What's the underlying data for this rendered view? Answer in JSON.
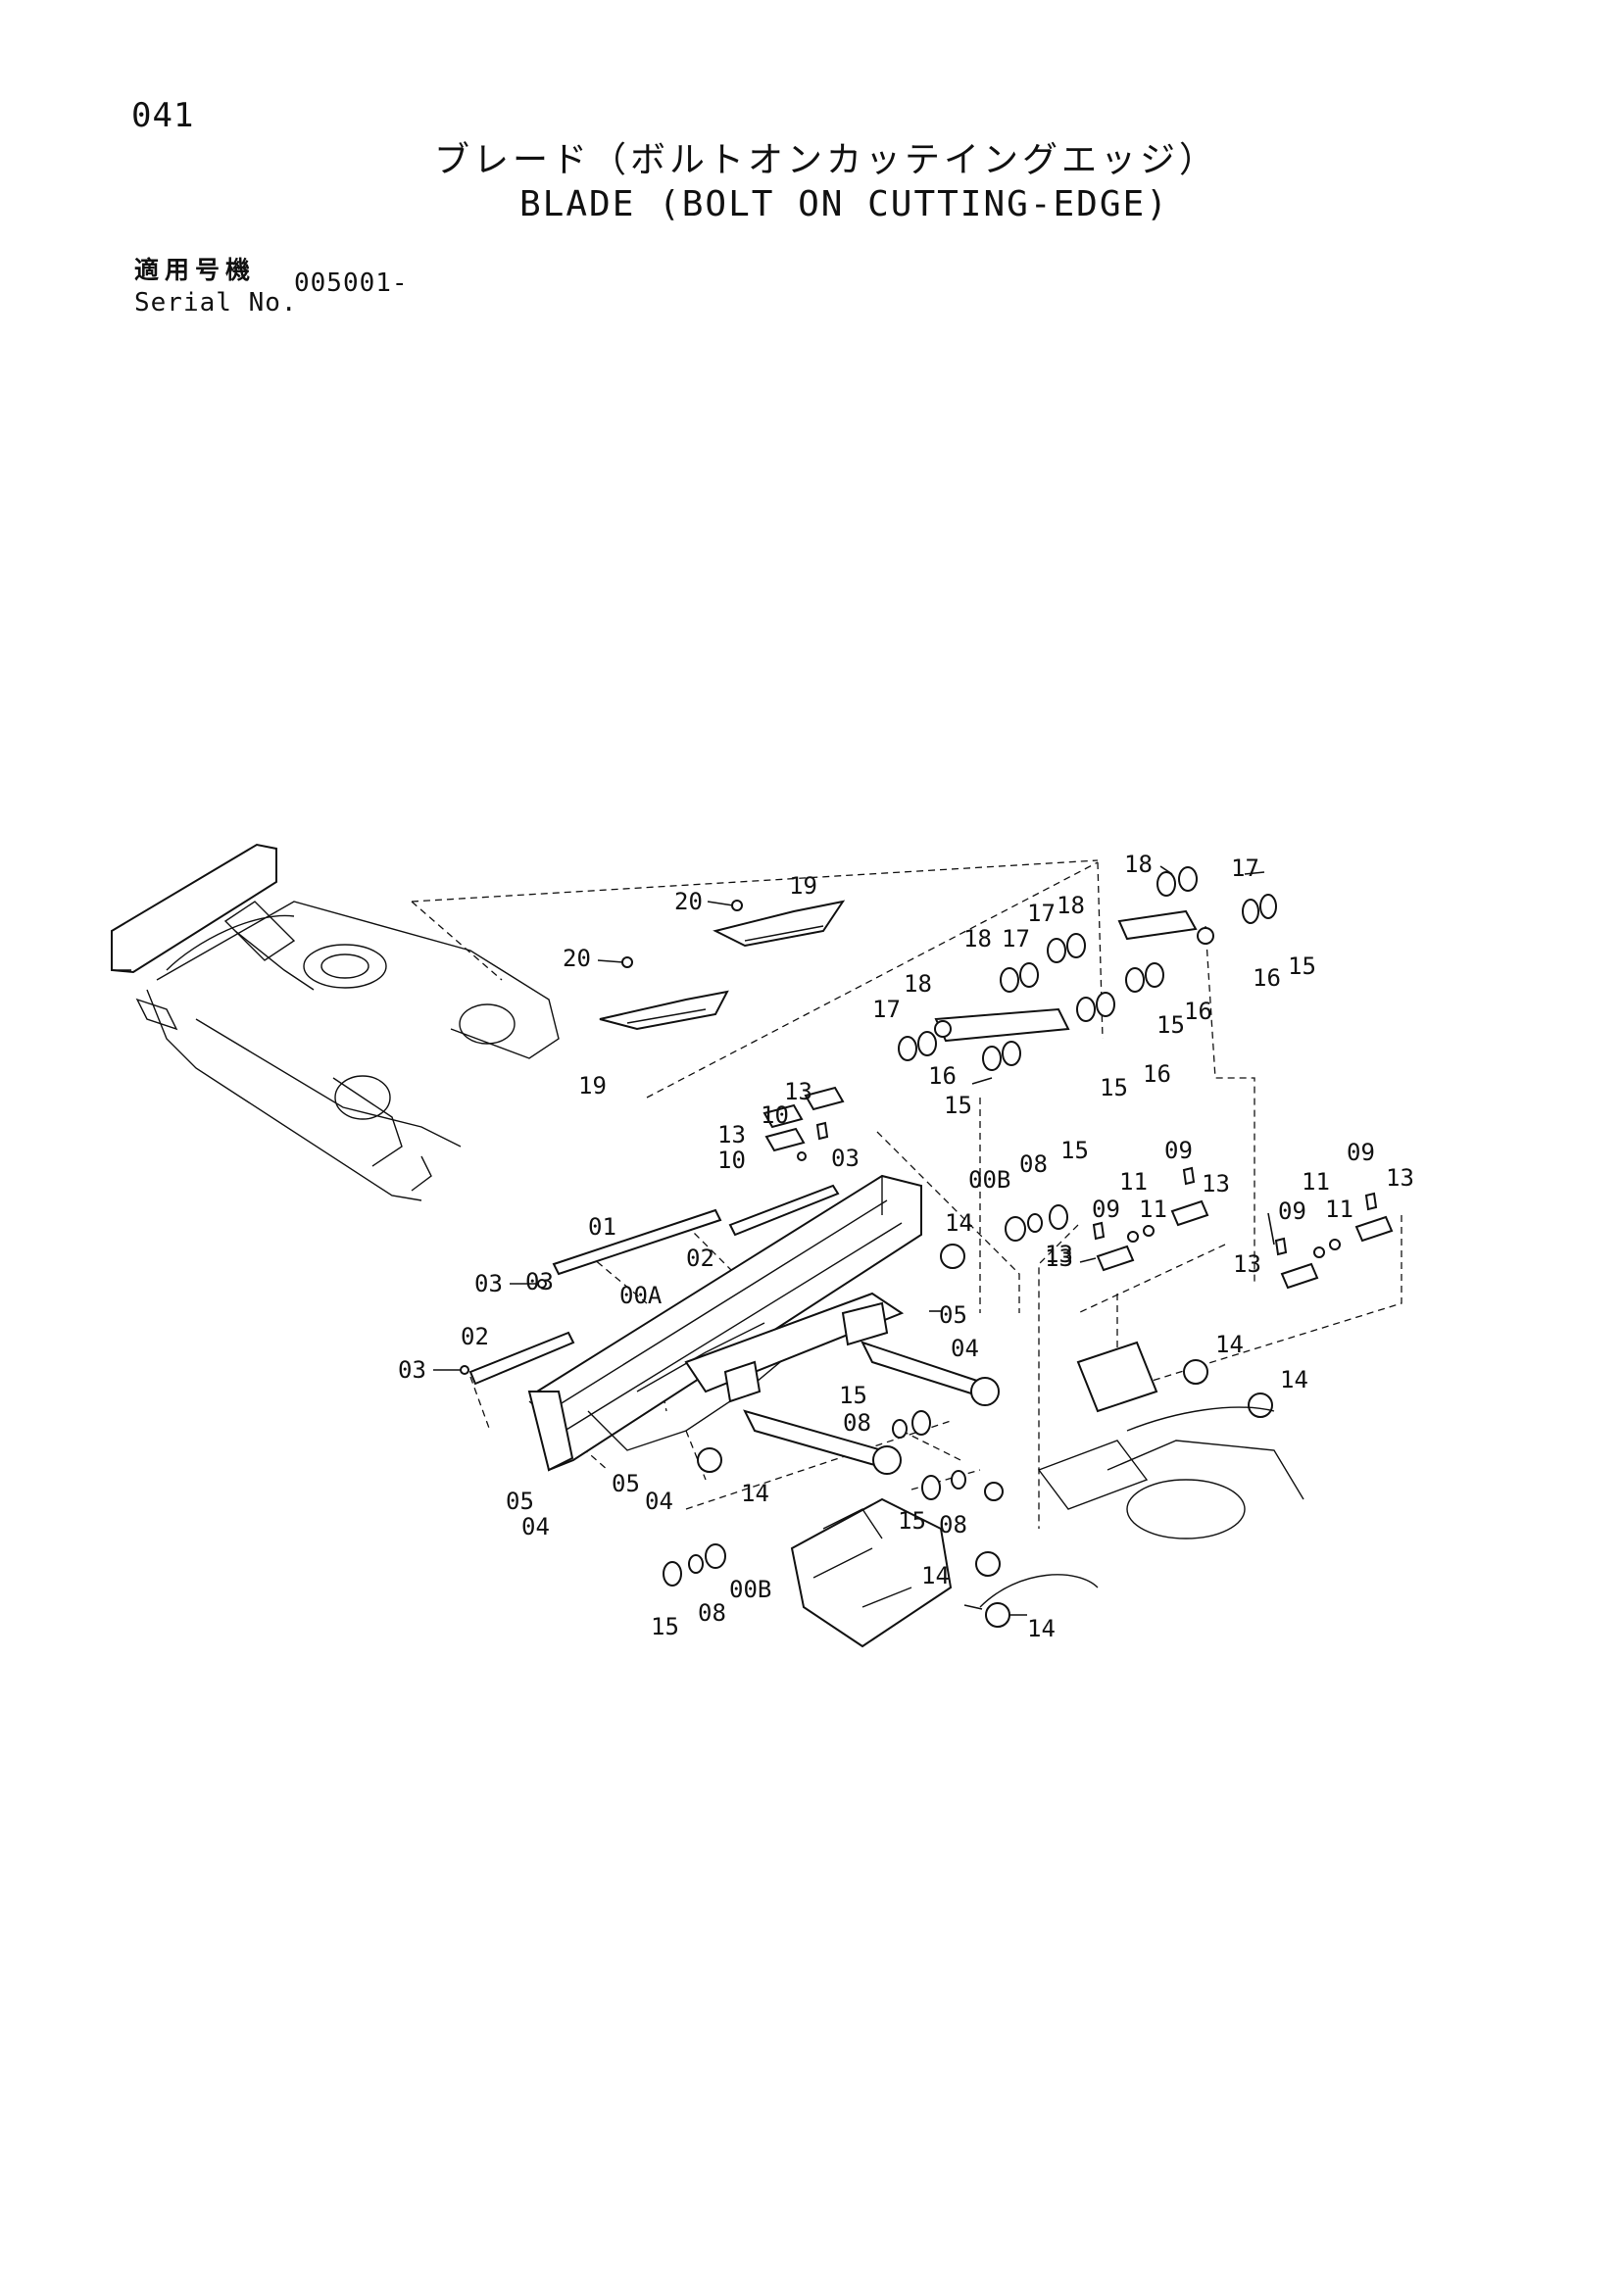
{
  "page_number": "041",
  "title_jp": "ブレード（ボルトオンカッテイングエッジ）",
  "title_en": "BLADE (BOLT ON CUTTING-EDGE)",
  "serial_label_jp": "適用号機",
  "serial_label_en": "Serial No.",
  "serial_value": "005001-",
  "callouts": [
    "20",
    "19",
    "20",
    "19",
    "18",
    "17",
    "17",
    "18",
    "18",
    "17",
    "17",
    "18",
    "16",
    "15",
    "15",
    "16",
    "15",
    "16",
    "16",
    "15",
    "13",
    "10",
    "13",
    "10",
    "03",
    "01",
    "02",
    "03",
    "00A",
    "03",
    "02",
    "03",
    "00B",
    "08",
    "15",
    "09",
    "11",
    "13",
    "11",
    "09",
    "13",
    "09",
    "11",
    "11",
    "09",
    "13",
    "14",
    "13",
    "13",
    "05",
    "04",
    "14",
    "14",
    "15",
    "08",
    "05",
    "05",
    "04",
    "04",
    "14",
    "15",
    "08",
    "14",
    "14",
    "15",
    "08",
    "00B"
  ]
}
